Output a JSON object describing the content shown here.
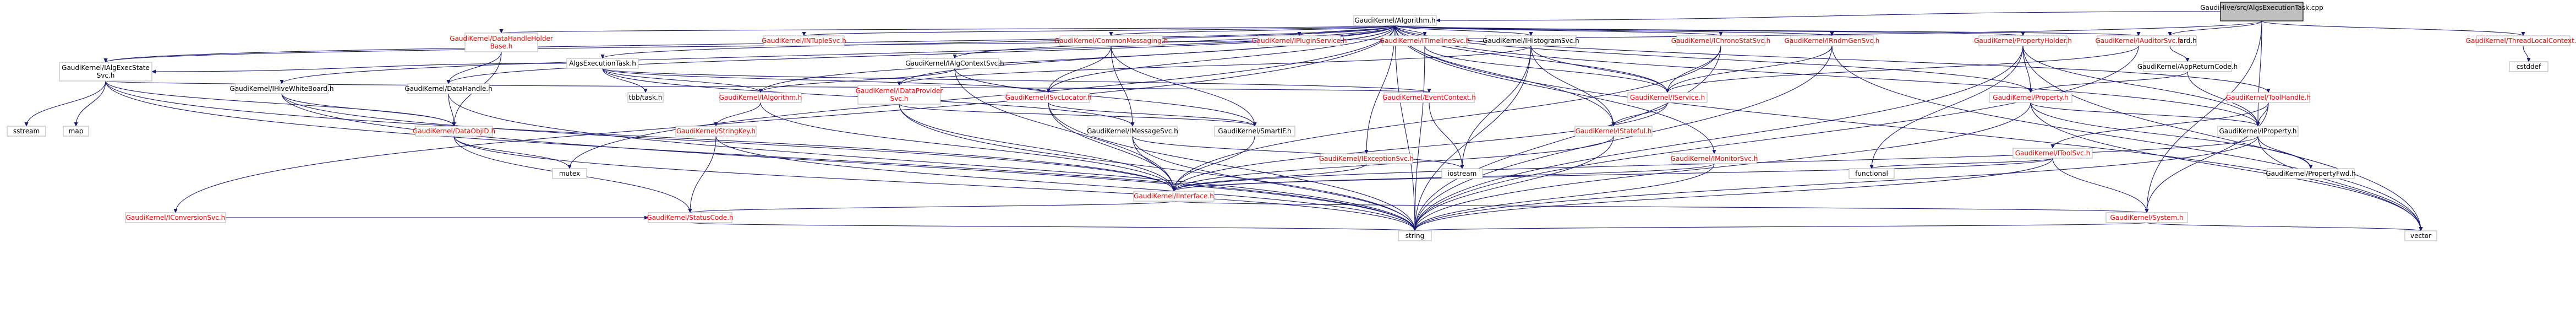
{
  "diagram": {
    "type": "doxygen-include-dependency-graph",
    "colors": {
      "edge": "#191970",
      "root_fill": "#bfbfbf",
      "root_text": "#000000",
      "linked_text": "#000000",
      "unresolved_text": "#ff0000",
      "node_border": "#bfbfbf",
      "root_border": "#000000",
      "node_fill": "#ffffff"
    },
    "nodes": [
      {
        "id": "root",
        "label": "GaudiHive/src/AlgsExecutionTask.cpp",
        "kind": "root"
      },
      {
        "id": "algorithm",
        "label": "GaudiKernel/Algorithm.h",
        "kind": "linked"
      },
      {
        "id": "forcodeguard",
        "label": "ForCodeGuard.h",
        "kind": "linked"
      },
      {
        "id": "threadlocal",
        "label": "GaudiKernel/ThreadLocalContext.h",
        "kind": "unresolved"
      },
      {
        "id": "appreturncode",
        "label": "GaudiKernel/AppReturnCode.h",
        "kind": "linked"
      },
      {
        "id": "cstddef",
        "label": "cstddef",
        "kind": "system"
      },
      {
        "id": "datahandleholder",
        "label": "GaudiKernel/DataHandleHolder Base.h",
        "kind": "unresolved"
      },
      {
        "id": "itupleprop",
        "label": "GaudiKernel/INTupleSvc.h",
        "kind": "unresolved"
      },
      {
        "id": "algexectask",
        "label": "AlgsExecutionTask.h",
        "kind": "linked"
      },
      {
        "id": "ialgcontextsvc",
        "label": "GaudiKernel/IAlgContextSvc.h",
        "kind": "linked"
      },
      {
        "id": "commonmessaging",
        "label": "GaudiKernel/CommonMessaging.h",
        "kind": "unresolved"
      },
      {
        "id": "iplugin",
        "label": "GaudiKernel/IPluginService.h",
        "kind": "unresolved"
      },
      {
        "id": "itimelinesvc",
        "label": "GaudiKernel/ITimelineSvc.h",
        "kind": "unresolved"
      },
      {
        "id": "ihistogramsvc",
        "label": "GaudiKernel/IHistogramSvc.h",
        "kind": "linked"
      },
      {
        "id": "ichronostat",
        "label": "GaudiKernel/IChronoStatSvc.h",
        "kind": "unresolved"
      },
      {
        "id": "irndmgen",
        "label": "GaudiKernel/IRndmGenSvc.h",
        "kind": "unresolved"
      },
      {
        "id": "propertyholder",
        "label": "GaudiKernel/PropertyHolder.h",
        "kind": "unresolved"
      },
      {
        "id": "iauditorsvc",
        "label": "GaudiKernel/IAuditorSvc.h",
        "kind": "unresolved"
      },
      {
        "id": "ialgexecstate",
        "label": "GaudiKernel/IAlgExecState Svc.h",
        "kind": "linked"
      },
      {
        "id": "ihivewhiteboard",
        "label": "GaudiKernel/IHiveWhiteBoard.h",
        "kind": "linked"
      },
      {
        "id": "datahandle",
        "label": "GaudiKernel/DataHandle.h",
        "kind": "linked"
      },
      {
        "id": "tbbtask",
        "label": "tbb/task.h",
        "kind": "system"
      },
      {
        "id": "ialgorithm",
        "label": "GaudiKernel/IAlgorithm.h",
        "kind": "unresolved"
      },
      {
        "id": "idataprovider",
        "label": "GaudiKernel/IDataProvider Svc.h",
        "kind": "unresolved"
      },
      {
        "id": "isvclocator",
        "label": "GaudiKernel/ISvcLocator.h",
        "kind": "unresolved"
      },
      {
        "id": "eventcontext",
        "label": "GaudiKernel/EventContext.h",
        "kind": "unresolved"
      },
      {
        "id": "iservice",
        "label": "GaudiKernel/IService.h",
        "kind": "unresolved"
      },
      {
        "id": "property",
        "label": "GaudiKernel/Property.h",
        "kind": "unresolved"
      },
      {
        "id": "itoolhandle",
        "label": "GaudiKernel/ToolHandle.h",
        "kind": "unresolved"
      },
      {
        "id": "sstream",
        "label": "sstream",
        "kind": "system"
      },
      {
        "id": "map",
        "label": "map",
        "kind": "system"
      },
      {
        "id": "dataobjid",
        "label": "GaudiKernel/DataObjID.h",
        "kind": "unresolved"
      },
      {
        "id": "stringkey",
        "label": "GaudiKernel/StringKey.h",
        "kind": "unresolved"
      },
      {
        "id": "imessagesvc",
        "label": "GaudiKernel/IMessageSvc.h",
        "kind": "linked"
      },
      {
        "id": "smartif",
        "label": "GaudiKernel/SmartIF.h",
        "kind": "linked"
      },
      {
        "id": "istateful",
        "label": "GaudiKernel/IStateful.h",
        "kind": "unresolved"
      },
      {
        "id": "iproperty",
        "label": "GaudiKernel/IProperty.h",
        "kind": "linked"
      },
      {
        "id": "itoolsvc",
        "label": "GaudiKernel/IToolSvc.h",
        "kind": "unresolved"
      },
      {
        "id": "mutex",
        "label": "mutex",
        "kind": "system"
      },
      {
        "id": "iexceptionsvc",
        "label": "GaudiKernel/IExceptionSvc.h",
        "kind": "unresolved"
      },
      {
        "id": "imonitorsvc",
        "label": "GaudiKernel/IMonitorSvc.h",
        "kind": "unresolved"
      },
      {
        "id": "iostream",
        "label": "iostream",
        "kind": "system"
      },
      {
        "id": "functional",
        "label": "functional",
        "kind": "system"
      },
      {
        "id": "propertyfwd",
        "label": "GaudiKernel/PropertyFwd.h",
        "kind": "linked"
      },
      {
        "id": "iconversionsvc",
        "label": "GaudiKernel/IConversionSvc.h",
        "kind": "unresolved"
      },
      {
        "id": "iinterface",
        "label": "GaudiKernel/IInterface.h",
        "kind": "unresolved"
      },
      {
        "id": "statuscode",
        "label": "GaudiKernel/StatusCode.h",
        "kind": "unresolved"
      },
      {
        "id": "system",
        "label": "GaudiKernel/System.h",
        "kind": "unresolved"
      },
      {
        "id": "string",
        "label": "string",
        "kind": "system"
      },
      {
        "id": "vector",
        "label": "vector",
        "kind": "system"
      }
    ],
    "edges": [
      [
        "root",
        "algorithm"
      ],
      [
        "root",
        "forcodeguard"
      ],
      [
        "root",
        "threadlocal"
      ],
      [
        "root",
        "ialgexecstate"
      ],
      [
        "root",
        "iproperty"
      ],
      [
        "root",
        "system"
      ],
      [
        "forcodeguard",
        "appreturncode"
      ],
      [
        "threadlocal",
        "cstddef"
      ],
      [
        "appreturncode",
        "iproperty"
      ],
      [
        "appreturncode",
        "property"
      ],
      [
        "algorithm",
        "datahandleholder"
      ],
      [
        "algorithm",
        "itupleprop"
      ],
      [
        "algorithm",
        "algexectask"
      ],
      [
        "algorithm",
        "ialgcontextsvc"
      ],
      [
        "algorithm",
        "commonmessaging"
      ],
      [
        "algorithm",
        "iplugin"
      ],
      [
        "algorithm",
        "itimelinesvc"
      ],
      [
        "algorithm",
        "ihistogramsvc"
      ],
      [
        "algorithm",
        "ichronostat"
      ],
      [
        "algorithm",
        "irndmgen"
      ],
      [
        "algorithm",
        "propertyholder"
      ],
      [
        "algorithm",
        "iauditorsvc"
      ],
      [
        "algorithm",
        "ialgexecstate"
      ],
      [
        "algorithm",
        "ihivewhiteboard"
      ],
      [
        "algorithm",
        "datahandle"
      ],
      [
        "algorithm",
        "iconversionsvc"
      ],
      [
        "algorithm",
        "mutex"
      ],
      [
        "algorithm",
        "ialgorithm"
      ],
      [
        "algorithm",
        "idataprovider"
      ],
      [
        "algorithm",
        "isvclocator"
      ],
      [
        "algorithm",
        "iservice"
      ],
      [
        "algorithm",
        "property"
      ],
      [
        "algorithm",
        "itoolhandle"
      ],
      [
        "algorithm",
        "iexceptionsvc"
      ],
      [
        "algorithm",
        "imonitorsvc"
      ],
      [
        "algorithm",
        "istateful"
      ],
      [
        "algorithm",
        "iproperty"
      ],
      [
        "algorithm",
        "vector"
      ],
      [
        "algorithm",
        "string"
      ],
      [
        "datahandleholder",
        "datahandle"
      ],
      [
        "datahandleholder",
        "dataobjid"
      ],
      [
        "algexectask",
        "ialgexecstate"
      ],
      [
        "algexectask",
        "tbbtask"
      ],
      [
        "algexectask",
        "ialgorithm"
      ],
      [
        "algexectask",
        "isvclocator"
      ],
      [
        "algexectask",
        "eventcontext"
      ],
      [
        "algexectask",
        "imessagesvc"
      ],
      [
        "ialgcontextsvc",
        "ialgorithm"
      ],
      [
        "ialgcontextsvc",
        "iinterface"
      ],
      [
        "ialgcontextsvc",
        "smartif"
      ],
      [
        "commonmessaging",
        "imessagesvc"
      ],
      [
        "commonmessaging",
        "isvclocator"
      ],
      [
        "commonmessaging",
        "smartif"
      ],
      [
        "itimelinesvc",
        "iservice"
      ],
      [
        "itimelinesvc",
        "string"
      ],
      [
        "ihistogramsvc",
        "idataprovider"
      ],
      [
        "ihistogramsvc",
        "iservice"
      ],
      [
        "ihistogramsvc",
        "string"
      ],
      [
        "ihistogramsvc",
        "istateful"
      ],
      [
        "ihistogramsvc",
        "iostream"
      ],
      [
        "ichronostat",
        "iservice"
      ],
      [
        "ichronostat",
        "iinterface"
      ],
      [
        "ichronostat",
        "string"
      ],
      [
        "irndmgen",
        "iservice"
      ],
      [
        "irndmgen",
        "vector"
      ],
      [
        "irndmgen",
        "string"
      ],
      [
        "propertyholder",
        "property"
      ],
      [
        "propertyholder",
        "iproperty"
      ],
      [
        "propertyholder",
        "vector"
      ],
      [
        "propertyholder",
        "functional"
      ],
      [
        "propertyholder",
        "string"
      ],
      [
        "iauditorsvc",
        "iservice"
      ],
      [
        "iauditorsvc",
        "string"
      ],
      [
        "ialgexecstate",
        "sstream"
      ],
      [
        "ialgexecstate",
        "map"
      ],
      [
        "ialgexecstate",
        "string"
      ],
      [
        "ialgexecstate",
        "iinterface"
      ],
      [
        "ialgexecstate",
        "eventcontext"
      ],
      [
        "ialgexecstate",
        "dataobjid"
      ],
      [
        "ihivewhiteboard",
        "iinterface"
      ],
      [
        "ihivewhiteboard",
        "dataobjid"
      ],
      [
        "ihivewhiteboard",
        "string"
      ],
      [
        "datahandle",
        "dataobjid"
      ],
      [
        "datahandle",
        "string"
      ],
      [
        "ialgorithm",
        "iinterface"
      ],
      [
        "ialgorithm",
        "stringkey"
      ],
      [
        "idataprovider",
        "iinterface"
      ],
      [
        "idataprovider",
        "string"
      ],
      [
        "idataprovider",
        "smartif"
      ],
      [
        "isvclocator",
        "iinterface"
      ],
      [
        "isvclocator",
        "smartif"
      ],
      [
        "isvclocator",
        "string"
      ],
      [
        "eventcontext",
        "iostream"
      ],
      [
        "iservice",
        "istateful"
      ],
      [
        "iservice",
        "iinterface"
      ],
      [
        "property",
        "iproperty"
      ],
      [
        "property",
        "propertyfwd"
      ],
      [
        "property",
        "string"
      ],
      [
        "property",
        "vector"
      ],
      [
        "itoolhandle",
        "itoolsvc"
      ],
      [
        "itoolhandle",
        "iproperty"
      ],
      [
        "itoolhandle",
        "system"
      ],
      [
        "dataobjid",
        "mutex"
      ],
      [
        "dataobjid",
        "statuscode"
      ],
      [
        "dataobjid",
        "string"
      ],
      [
        "stringkey",
        "statuscode"
      ],
      [
        "stringkey",
        "string"
      ],
      [
        "imessagesvc",
        "iinterface"
      ],
      [
        "imessagesvc",
        "iostream"
      ],
      [
        "imessagesvc",
        "string"
      ],
      [
        "smartif",
        "iinterface"
      ],
      [
        "istateful",
        "iinterface"
      ],
      [
        "istateful",
        "string"
      ],
      [
        "iproperty",
        "iinterface"
      ],
      [
        "iproperty",
        "propertyfwd"
      ],
      [
        "iproperty",
        "string"
      ],
      [
        "iproperty",
        "vector"
      ],
      [
        "itoolsvc",
        "iinterface"
      ],
      [
        "itoolsvc",
        "functional"
      ],
      [
        "itoolsvc",
        "string"
      ],
      [
        "itoolsvc",
        "system"
      ],
      [
        "iexceptionsvc",
        "iinterface"
      ],
      [
        "imonitorsvc",
        "iinterface"
      ],
      [
        "imonitorsvc",
        "string"
      ],
      [
        "iconversionsvc",
        "statuscode"
      ],
      [
        "iinterface",
        "statuscode"
      ],
      [
        "iinterface",
        "system"
      ],
      [
        "statuscode",
        "string"
      ],
      [
        "system",
        "string"
      ],
      [
        "system",
        "vector"
      ]
    ]
  }
}
